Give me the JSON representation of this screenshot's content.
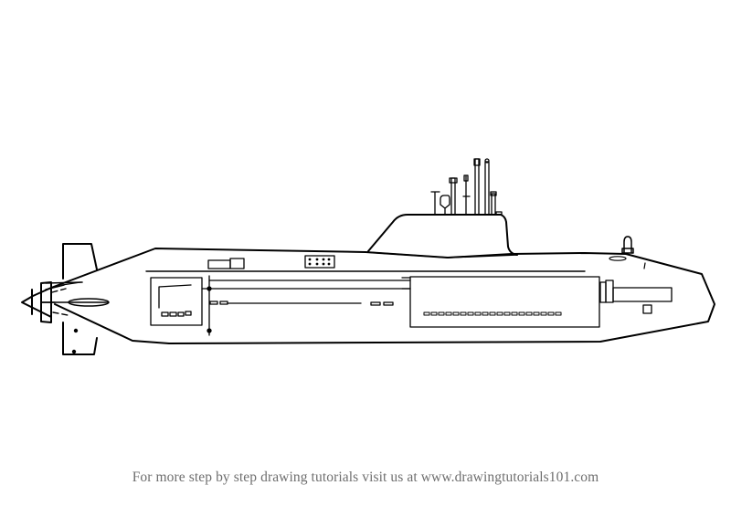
{
  "image": {
    "subject": "submarine line drawing (side view)",
    "stroke_color": "#000000",
    "background_color": "#ffffff",
    "caption_color": "#6e6e6e"
  },
  "caption": {
    "text": "For more step by step drawing tutorials visit us at www.drawingtutorials101.com"
  },
  "parts": {
    "hull": "hull",
    "sail": "sail",
    "masts_count": 7,
    "tail_fins": "rudder and stern planes",
    "propeller": "propulsor",
    "hatch_grid_dots": 8,
    "torpedo_panel_slots": 19
  }
}
